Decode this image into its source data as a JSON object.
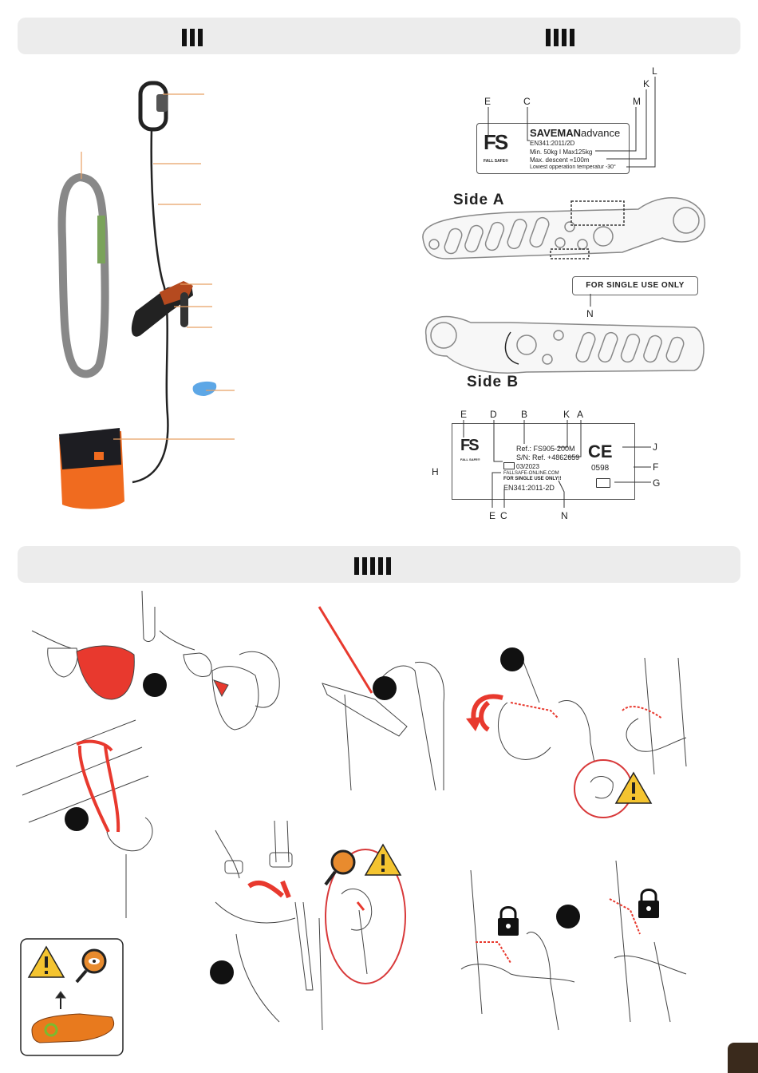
{
  "headers": {
    "left_bars": 3,
    "right_bars": 4,
    "wide_bars": 5
  },
  "label_top": {
    "letters": {
      "E": "E",
      "C": "C",
      "M": "M",
      "K": "K",
      "L": "L"
    },
    "brand": "SAVEMAN",
    "brand_suffix": "advance",
    "standard": "EN341:2011/2D",
    "load": "Min. 50kg I Max125kg",
    "descent": "Max. descent =100m",
    "temperature": "Lowest opperation temperatur  -30°",
    "logo": "FS",
    "logo_sub": "FALL SAFE®"
  },
  "side_a": "Side A",
  "side_b": "Side B",
  "single_use_tag": "FOR SINGLE USE ONLY",
  "single_use_letter": "N",
  "label_bottom": {
    "letters_top": {
      "E": "E",
      "D": "D",
      "B": "B",
      "K": "K",
      "A": "A"
    },
    "letters_right": {
      "J": "J",
      "F": "F",
      "G": "G"
    },
    "letter_left": "H",
    "letters_bottom": {
      "E": "E",
      "C": "C",
      "N": "N"
    },
    "ref": "Ref.: FS905-200M",
    "sn": "S/N: Ref. +4862659",
    "date": "03/2023",
    "website": "FALLSAFE-ONLINE.COM",
    "single_use": "FOR SINGLE USE ONLY!!",
    "standard": "EN341:2011-2D",
    "ce": "CE",
    "notified_body": "0598",
    "logo": "FS",
    "logo_sub": "FALL SAFE®"
  }
}
